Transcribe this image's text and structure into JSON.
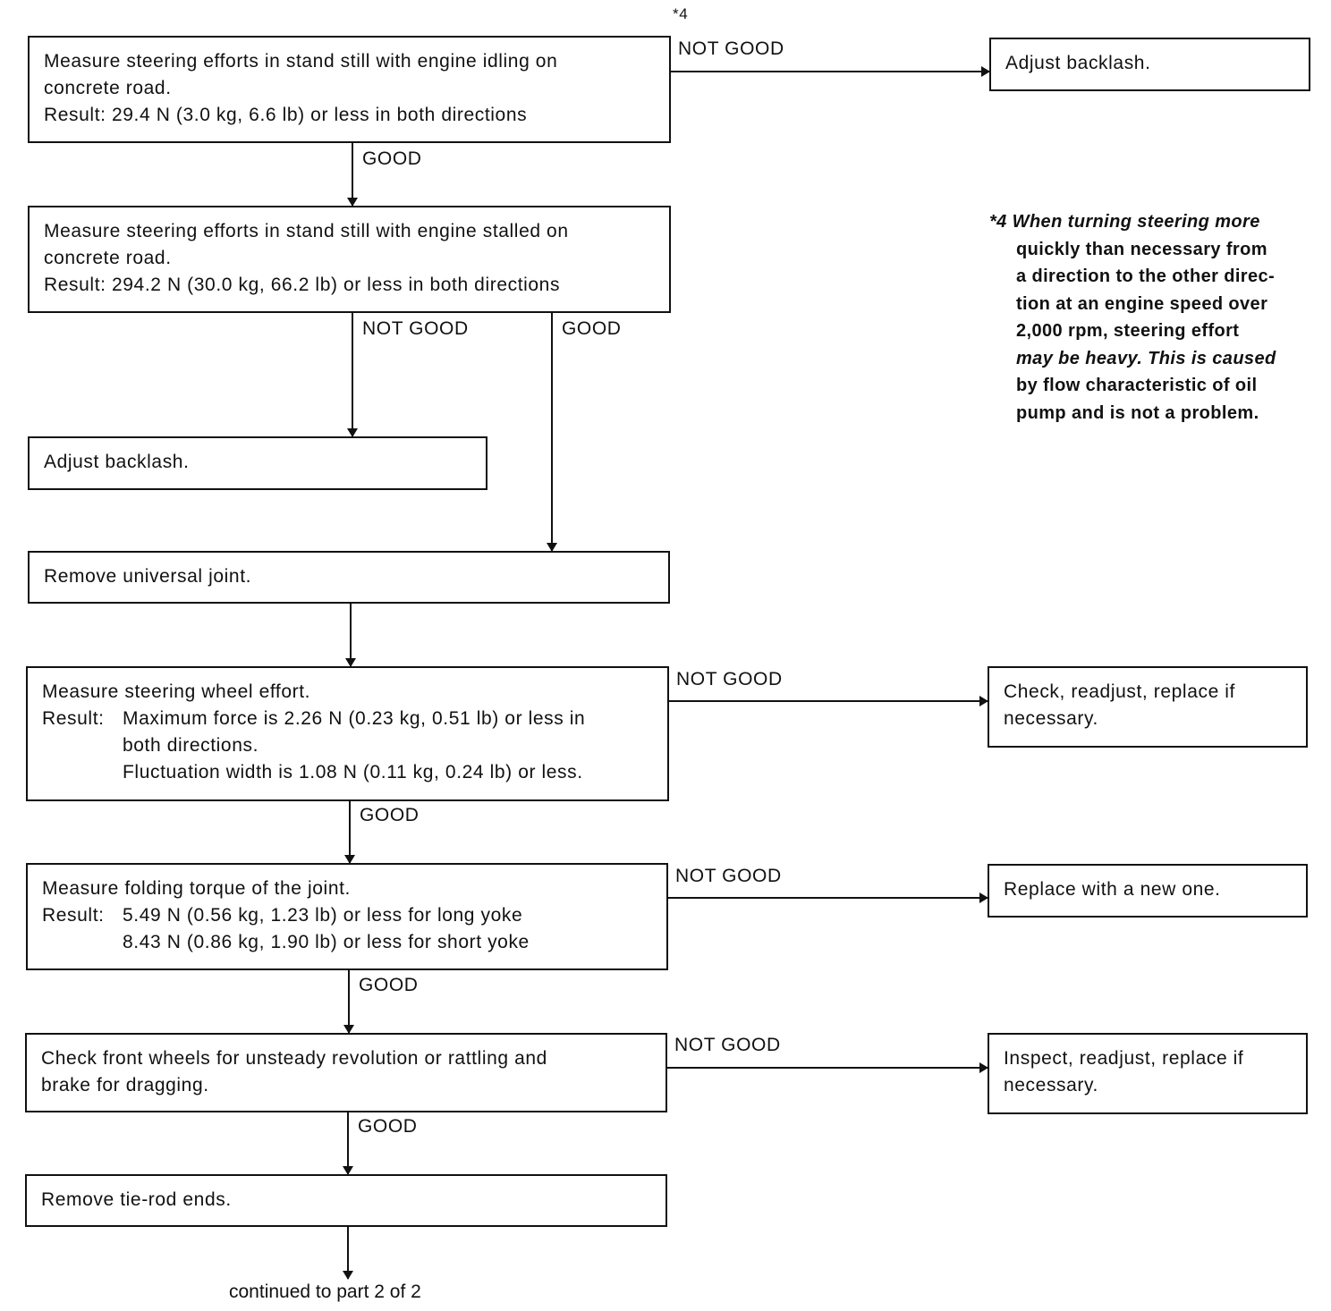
{
  "footnote_ref": "*4",
  "footnote": {
    "lines": [
      "*4 When turning steering more",
      "quickly than necessary from",
      "a direction to the other direc-",
      "tion at an engine speed over",
      "2,000 rpm, steering effort",
      "may be heavy. This is caused",
      "by flow characteristic of oil",
      "pump and is not a problem."
    ]
  },
  "labels": {
    "good": "GOOD",
    "not_good": "NOT GOOD"
  },
  "boxes": {
    "b1": {
      "line1": "Measure steering efforts in stand still with engine idling on",
      "line2": "concrete road.",
      "line3": "Result:  29.4 N (3.0 kg, 6.6 lb) or less in both directions"
    },
    "b1_ng": "Adjust backlash.",
    "b2": {
      "line1": "Measure steering efforts in stand still with engine stalled on",
      "line2": "concrete road.",
      "line3": "Result:  294.2 N (30.0 kg, 66.2 lb) or less in both directions"
    },
    "b2_ng": "Adjust backlash.",
    "b3": "Remove universal joint.",
    "b4": {
      "line1": "Measure steering wheel effort.",
      "result_label": "Result:",
      "line2": "Maximum force is 2.26 N (0.23 kg, 0.51 lb) or less in",
      "line3": "both directions.",
      "line4": "Fluctuation width is 1.08 N (0.11 kg, 0.24 lb) or less."
    },
    "b4_ng": {
      "line1": "Check, readjust, replace if",
      "line2": "necessary."
    },
    "b5": {
      "line1": "Measure folding torque of the joint.",
      "result_label": "Result:",
      "line2": "5.49 N (0.56 kg, 1.23 lb) or less for long yoke",
      "line3": "8.43 N (0.86 kg, 1.90 lb) or less for short yoke"
    },
    "b5_ng": "Replace with a new one.",
    "b6": {
      "line1": "Check front wheels for unsteady revolution or rattling and",
      "line2": "brake for dragging."
    },
    "b6_ng": {
      "line1": "Inspect, readjust, replace if",
      "line2": "necessary."
    },
    "b7": "Remove tie-rod ends."
  },
  "footer": "continued to part 2 of 2"
}
